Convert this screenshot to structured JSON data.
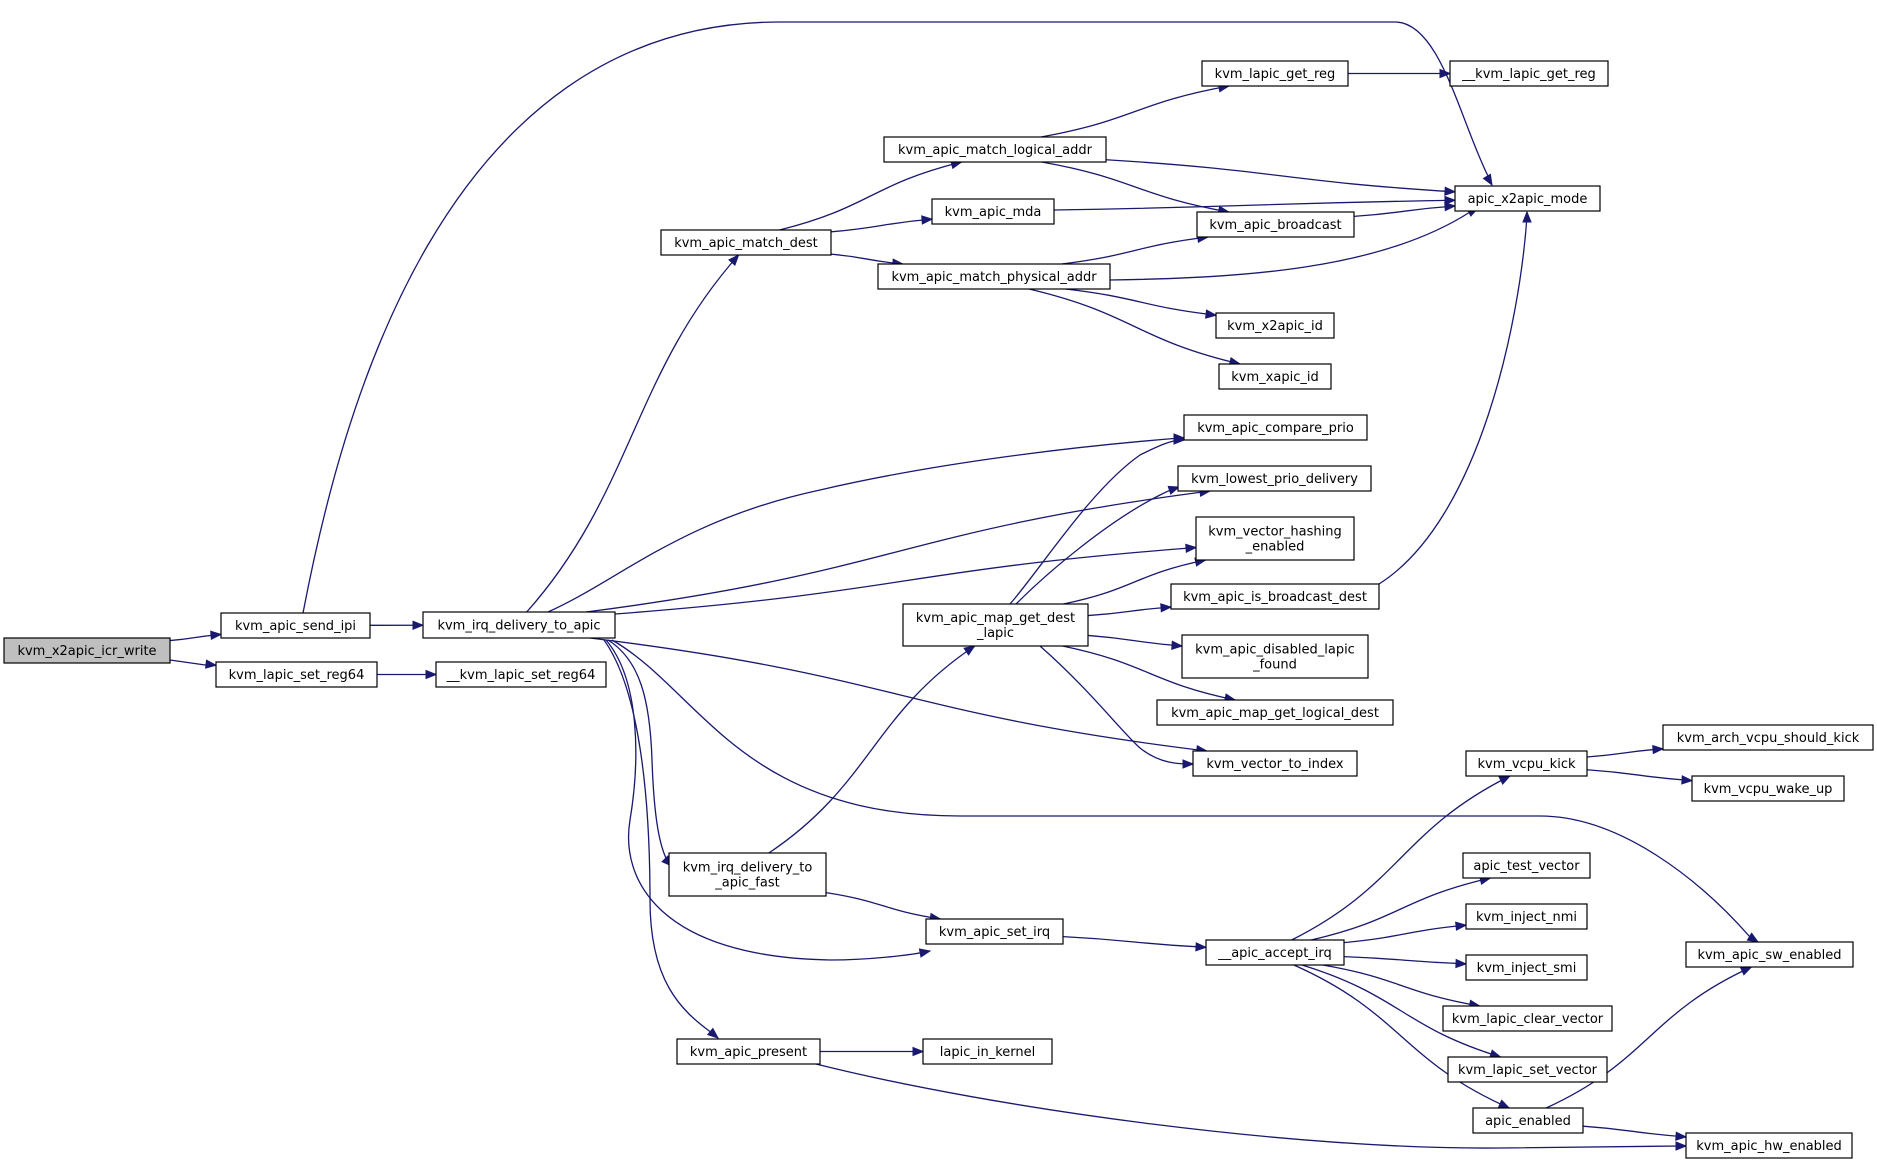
{
  "nodes": [
    {
      "id": "root",
      "lines": [
        "kvm_x2apic_icr_write"
      ],
      "root": true
    },
    {
      "id": "send_ipi",
      "lines": [
        "kvm_apic_send_ipi"
      ]
    },
    {
      "id": "set_reg64",
      "lines": [
        "kvm_lapic_set_reg64"
      ]
    },
    {
      "id": "__set_reg64",
      "lines": [
        "__kvm_lapic_set_reg64"
      ]
    },
    {
      "id": "irq_delivery",
      "lines": [
        "kvm_irq_delivery_to_apic"
      ]
    },
    {
      "id": "match_dest",
      "lines": [
        "kvm_apic_match_dest"
      ]
    },
    {
      "id": "match_logical",
      "lines": [
        "kvm_apic_match_logical_addr"
      ]
    },
    {
      "id": "apic_mda",
      "lines": [
        "kvm_apic_mda"
      ]
    },
    {
      "id": "match_physical",
      "lines": [
        "kvm_apic_match_physical_addr"
      ]
    },
    {
      "id": "get_reg",
      "lines": [
        "kvm_lapic_get_reg"
      ]
    },
    {
      "id": "__get_reg",
      "lines": [
        "__kvm_lapic_get_reg"
      ]
    },
    {
      "id": "x2apic_mode",
      "lines": [
        "apic_x2apic_mode"
      ]
    },
    {
      "id": "broadcast",
      "lines": [
        "kvm_apic_broadcast"
      ]
    },
    {
      "id": "x2apic_id",
      "lines": [
        "kvm_x2apic_id"
      ]
    },
    {
      "id": "xapic_id",
      "lines": [
        "kvm_xapic_id"
      ]
    },
    {
      "id": "compare_prio",
      "lines": [
        "kvm_apic_compare_prio"
      ]
    },
    {
      "id": "lowest_prio",
      "lines": [
        "kvm_lowest_prio_delivery"
      ]
    },
    {
      "id": "vector_hashing",
      "lines": [
        "kvm_vector_hashing",
        "_enabled"
      ]
    },
    {
      "id": "map_get_dest",
      "lines": [
        "kvm_apic_map_get_dest",
        "_lapic"
      ]
    },
    {
      "id": "is_broadcast",
      "lines": [
        "kvm_apic_is_broadcast_dest"
      ]
    },
    {
      "id": "disabled_lapic",
      "lines": [
        "kvm_apic_disabled_lapic",
        "_found"
      ]
    },
    {
      "id": "map_logical",
      "lines": [
        "kvm_apic_map_get_logical_dest"
      ]
    },
    {
      "id": "vector_to_index",
      "lines": [
        "kvm_vector_to_index"
      ]
    },
    {
      "id": "vcpu_kick",
      "lines": [
        "kvm_vcpu_kick"
      ]
    },
    {
      "id": "should_kick",
      "lines": [
        "kvm_arch_vcpu_should_kick"
      ]
    },
    {
      "id": "wake_up",
      "lines": [
        "kvm_vcpu_wake_up"
      ]
    },
    {
      "id": "irq_fast",
      "lines": [
        "kvm_irq_delivery_to",
        "_apic_fast"
      ]
    },
    {
      "id": "set_irq",
      "lines": [
        "kvm_apic_set_irq"
      ]
    },
    {
      "id": "accept_irq",
      "lines": [
        "__apic_accept_irq"
      ]
    },
    {
      "id": "test_vector",
      "lines": [
        "apic_test_vector"
      ]
    },
    {
      "id": "inject_nmi",
      "lines": [
        "kvm_inject_nmi"
      ]
    },
    {
      "id": "inject_smi",
      "lines": [
        "kvm_inject_smi"
      ]
    },
    {
      "id": "clear_vector",
      "lines": [
        "kvm_lapic_clear_vector"
      ]
    },
    {
      "id": "set_vector",
      "lines": [
        "kvm_lapic_set_vector"
      ]
    },
    {
      "id": "apic_enabled",
      "lines": [
        "apic_enabled"
      ]
    },
    {
      "id": "sw_enabled",
      "lines": [
        "kvm_apic_sw_enabled"
      ]
    },
    {
      "id": "hw_enabled",
      "lines": [
        "kvm_apic_hw_enabled"
      ]
    },
    {
      "id": "apic_present",
      "lines": [
        "kvm_apic_present"
      ]
    },
    {
      "id": "lapic_in_kernel",
      "lines": [
        "lapic_in_kernel"
      ]
    }
  ],
  "edges": [
    [
      "root",
      "send_ipi"
    ],
    [
      "root",
      "set_reg64"
    ],
    [
      "send_ipi",
      "x2apic_mode"
    ],
    [
      "send_ipi",
      "irq_delivery"
    ],
    [
      "set_reg64",
      "__set_reg64"
    ],
    [
      "irq_delivery",
      "match_dest"
    ],
    [
      "irq_delivery",
      "compare_prio"
    ],
    [
      "irq_delivery",
      "lowest_prio"
    ],
    [
      "irq_delivery",
      "vector_hashing"
    ],
    [
      "irq_delivery",
      "vector_to_index"
    ],
    [
      "irq_delivery",
      "sw_enabled"
    ],
    [
      "irq_delivery",
      "irq_fast"
    ],
    [
      "irq_delivery",
      "set_irq"
    ],
    [
      "irq_delivery",
      "apic_present"
    ],
    [
      "match_dest",
      "match_logical"
    ],
    [
      "match_dest",
      "apic_mda"
    ],
    [
      "match_dest",
      "match_physical"
    ],
    [
      "match_logical",
      "get_reg"
    ],
    [
      "match_logical",
      "x2apic_mode"
    ],
    [
      "match_logical",
      "broadcast"
    ],
    [
      "apic_mda",
      "x2apic_mode"
    ],
    [
      "match_physical",
      "broadcast"
    ],
    [
      "match_physical",
      "x2apic_mode"
    ],
    [
      "match_physical",
      "x2apic_id"
    ],
    [
      "match_physical",
      "xapic_id"
    ],
    [
      "get_reg",
      "__get_reg"
    ],
    [
      "broadcast",
      "x2apic_mode"
    ],
    [
      "map_get_dest",
      "compare_prio"
    ],
    [
      "map_get_dest",
      "lowest_prio"
    ],
    [
      "map_get_dest",
      "vector_hashing"
    ],
    [
      "map_get_dest",
      "is_broadcast"
    ],
    [
      "map_get_dest",
      "disabled_lapic"
    ],
    [
      "map_get_dest",
      "map_logical"
    ],
    [
      "map_get_dest",
      "vector_to_index"
    ],
    [
      "is_broadcast",
      "x2apic_mode"
    ],
    [
      "irq_fast",
      "map_get_dest"
    ],
    [
      "irq_fast",
      "set_irq"
    ],
    [
      "set_irq",
      "accept_irq"
    ],
    [
      "accept_irq",
      "vcpu_kick"
    ],
    [
      "accept_irq",
      "test_vector"
    ],
    [
      "accept_irq",
      "inject_nmi"
    ],
    [
      "accept_irq",
      "inject_smi"
    ],
    [
      "accept_irq",
      "clear_vector"
    ],
    [
      "accept_irq",
      "set_vector"
    ],
    [
      "accept_irq",
      "apic_enabled"
    ],
    [
      "vcpu_kick",
      "should_kick"
    ],
    [
      "vcpu_kick",
      "wake_up"
    ],
    [
      "apic_enabled",
      "sw_enabled"
    ],
    [
      "apic_enabled",
      "hw_enabled"
    ],
    [
      "apic_present",
      "lapic_in_kernel"
    ],
    [
      "apic_present",
      "hw_enabled"
    ]
  ]
}
